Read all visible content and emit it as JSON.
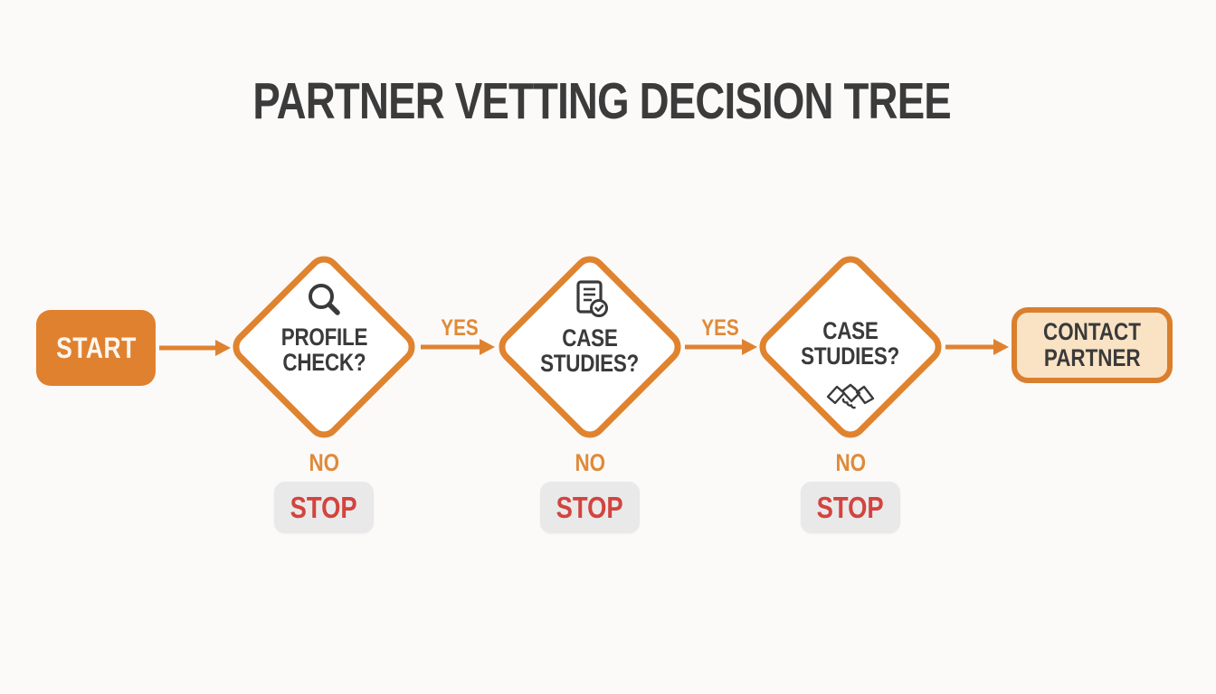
{
  "title": "PARTNER VETTING DECISION TREE",
  "colors": {
    "accent_orange": "#e0812f",
    "label_orange": "#e08a38",
    "stop_red": "#d2443e",
    "stop_background": "#e9e9ea",
    "end_node_fill": "#fae3c4",
    "end_node_border": "#da7f2e",
    "text_dark": "#3a3a3a"
  },
  "flow": {
    "start": {
      "label": "START"
    },
    "decisions": [
      {
        "line1": "PROFILE",
        "line2": "CHECK?",
        "icon": "search-icon",
        "yes_label": "YES",
        "no_label": "NO",
        "stop_label": "STOP"
      },
      {
        "line1": "CASE",
        "line2": "STUDIES?",
        "icon": "document-check-icon",
        "yes_label": "YES",
        "no_label": "NO",
        "stop_label": "STOP"
      },
      {
        "line1": "CASE",
        "line2": "STUDIES?",
        "icon": "handshake-icon",
        "no_label": "NO",
        "stop_label": "STOP"
      }
    ],
    "end": {
      "line1": "CONTACT",
      "line2": "PARTNER"
    }
  }
}
